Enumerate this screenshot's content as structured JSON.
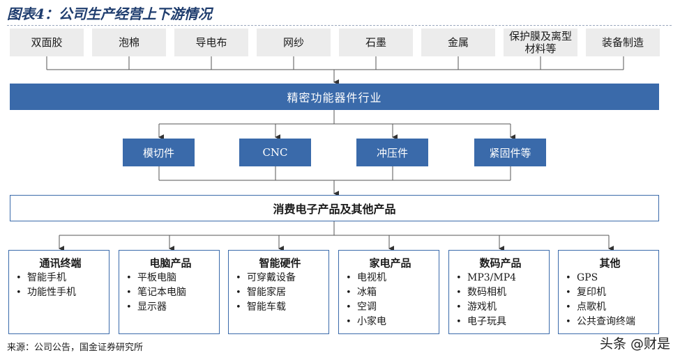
{
  "title": "图表4：公司生产经营上下游情况",
  "upstream": [
    "双面胶",
    "泡棉",
    "导电布",
    "网纱",
    "石墨",
    "金属",
    "保护膜及离型材料等",
    "装备制造"
  ],
  "industry": "精密功能器件行业",
  "processes": [
    "模切件",
    "CNC",
    "冲压件",
    "紧固件等"
  ],
  "consumer": "消费电子产品及其他产品",
  "products": [
    {
      "title": "通讯终端",
      "items": [
        "智能手机",
        "功能性手机"
      ]
    },
    {
      "title": "电脑产品",
      "items": [
        "平板电脑",
        "笔记本电脑",
        "显示器"
      ]
    },
    {
      "title": "智能硬件",
      "items": [
        "可穿戴设备",
        "智能家居",
        "智能车载"
      ]
    },
    {
      "title": "家电产品",
      "items": [
        "电视机",
        "冰箱",
        "空调",
        "小家电"
      ]
    },
    {
      "title": "数码产品",
      "items": [
        "MP3/MP4",
        "数码相机",
        "游戏机",
        "电子玩具"
      ]
    },
    {
      "title": "其他",
      "items": [
        "GPS",
        "复印机",
        "点歌机",
        "公共查询终端"
      ]
    }
  ],
  "source": "来源：公司公告，国金证券研究所",
  "watermark": "头条 @财是"
}
